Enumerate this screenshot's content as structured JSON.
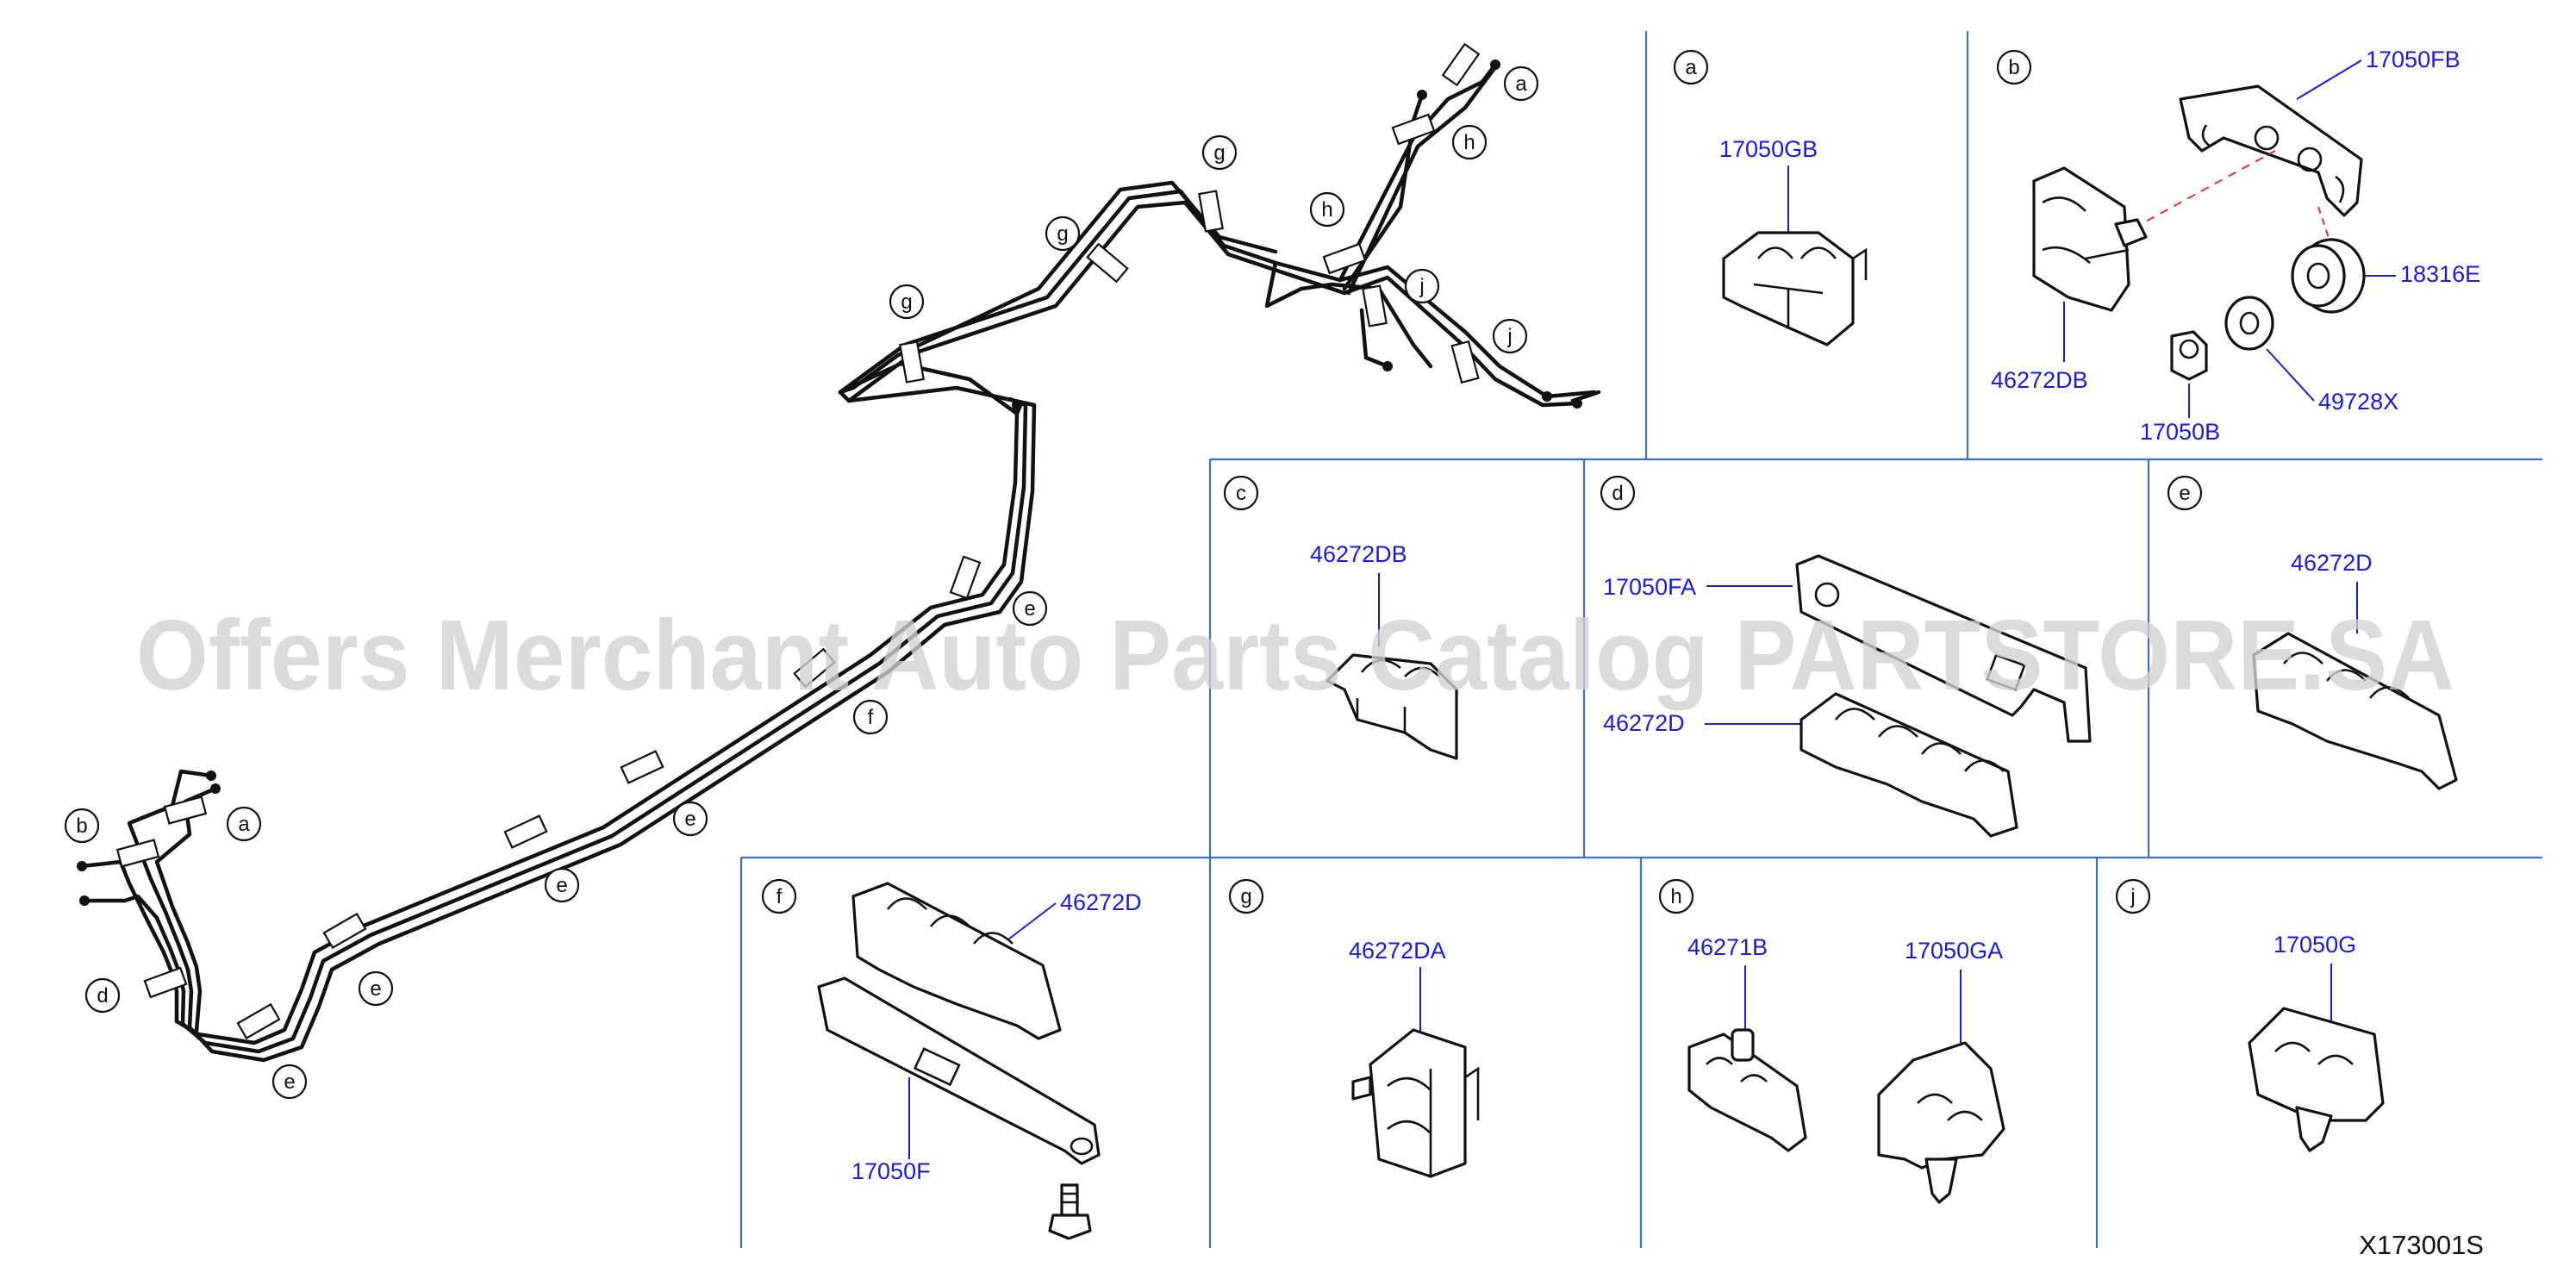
{
  "colors": {
    "part_number": "#1a1adb",
    "divider": "#3d6fc4",
    "line": "#111111",
    "watermark": "#d2d2d2"
  },
  "watermark": "Offers Merchant Auto Parts Catalog PARTSTORE.SA",
  "diagram_code": "X173001S",
  "callouts": {
    "main": [
      {
        "letter": "a"
      },
      {
        "letter": "h"
      },
      {
        "letter": "g"
      },
      {
        "letter": "h"
      },
      {
        "letter": "g"
      },
      {
        "letter": "j"
      },
      {
        "letter": "g"
      },
      {
        "letter": "j"
      },
      {
        "letter": "e"
      },
      {
        "letter": "f"
      },
      {
        "letter": "e"
      },
      {
        "letter": "e"
      },
      {
        "letter": "e"
      },
      {
        "letter": "e"
      },
      {
        "letter": "b"
      },
      {
        "letter": "a"
      },
      {
        "letter": "d"
      }
    ]
  },
  "panels": {
    "a": {
      "letter": "a",
      "parts": [
        {
          "number": "17050GB"
        }
      ]
    },
    "b": {
      "letter": "b",
      "parts": [
        {
          "number": "17050FB"
        },
        {
          "number": "18316E"
        },
        {
          "number": "46272DB"
        },
        {
          "number": "49728X"
        },
        {
          "number": "17050B"
        }
      ]
    },
    "c": {
      "letter": "c",
      "parts": [
        {
          "number": "46272DB"
        }
      ]
    },
    "d": {
      "letter": "d",
      "parts": [
        {
          "number": "17050FA"
        },
        {
          "number": "46272D"
        }
      ]
    },
    "e": {
      "letter": "e",
      "parts": [
        {
          "number": "46272D"
        }
      ]
    },
    "f": {
      "letter": "f",
      "parts": [
        {
          "number": "46272D"
        },
        {
          "number": "17050F"
        }
      ]
    },
    "g": {
      "letter": "g",
      "parts": [
        {
          "number": "46272DA"
        }
      ]
    },
    "h": {
      "letter": "h",
      "parts": [
        {
          "number": "46271B"
        },
        {
          "number": "17050GA"
        }
      ]
    },
    "j": {
      "letter": "j",
      "parts": [
        {
          "number": "17050G"
        }
      ]
    }
  }
}
